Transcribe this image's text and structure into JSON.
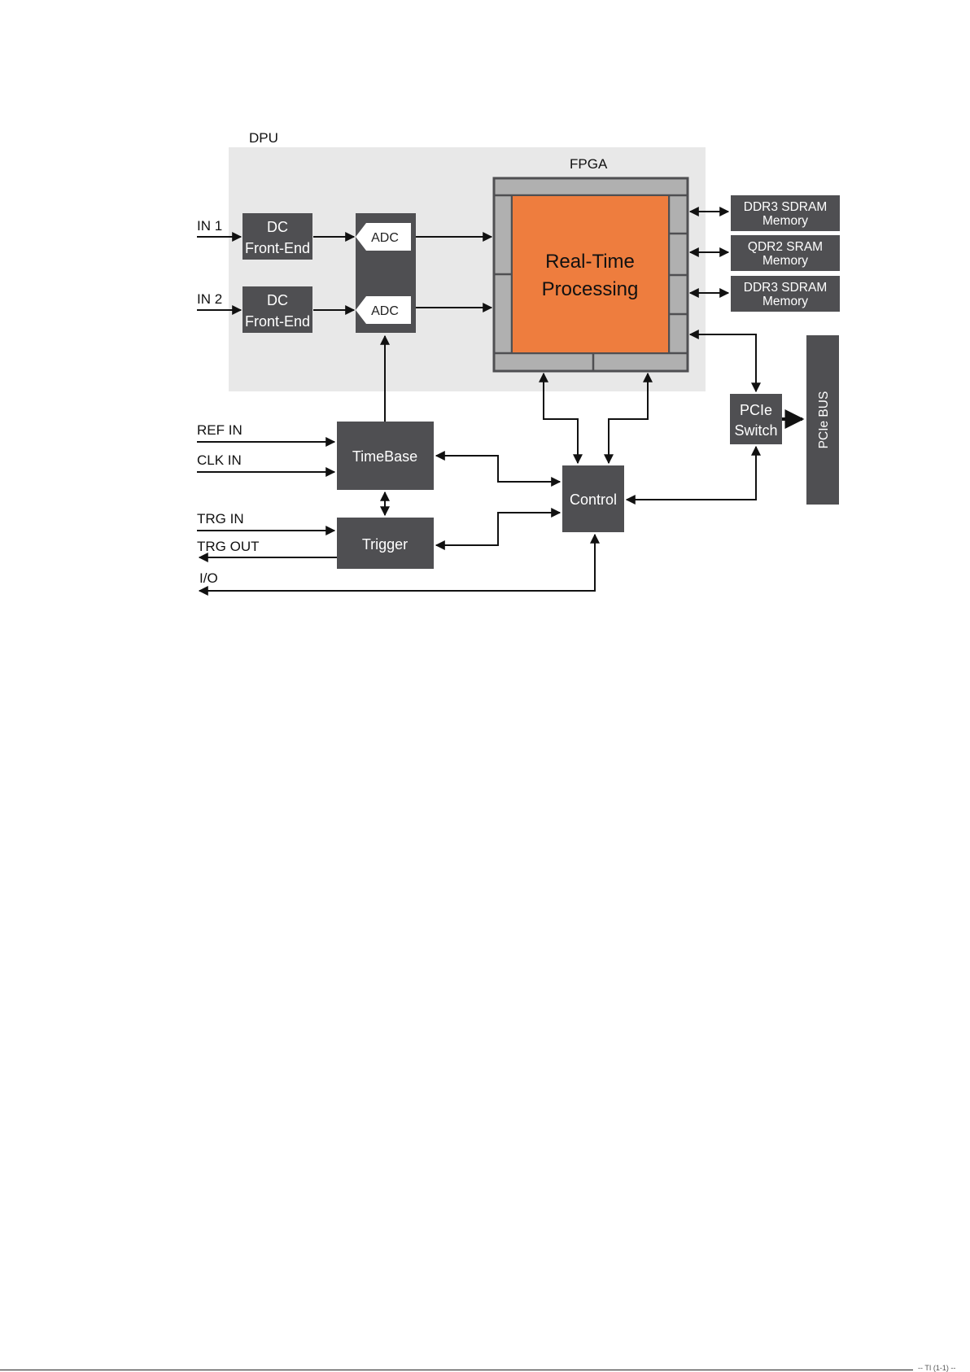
{
  "labels": {
    "dpu": "DPU",
    "fpga": "FPGA",
    "in1": "IN 1",
    "in2": "IN 2",
    "ref_in": "REF IN",
    "clk_in": "CLK IN",
    "trg_in": "TRG IN",
    "trg_out": "TRG OUT",
    "io": "I/O"
  },
  "blocks": {
    "dc_front_end_line1": "DC",
    "dc_front_end_line2": "Front-End",
    "adc": "ADC",
    "realtime_line1": "Real-Time",
    "realtime_line2": "Processing",
    "timebase": "TimeBase",
    "trigger": "Trigger",
    "control": "Control",
    "pcie_switch_line1": "PCIe",
    "pcie_switch_line2": "Switch",
    "pcie_bus": "PCIe BUS",
    "mem1_line1": "DDR3 SDRAM",
    "mem1_line2": "Memory",
    "mem2_line1": "QDR2 SRAM",
    "mem2_line2": "Memory",
    "mem3_line1": "DDR3 SDRAM",
    "mem3_line2": "Memory"
  },
  "footer": {
    "page_mark": "-- TI (1-1) --"
  },
  "colors": {
    "block": "#4f4f52",
    "dpu_background": "#e8e8e8",
    "fpga_frame": "#b0b0b0",
    "realtime": "#ee7d3e"
  }
}
